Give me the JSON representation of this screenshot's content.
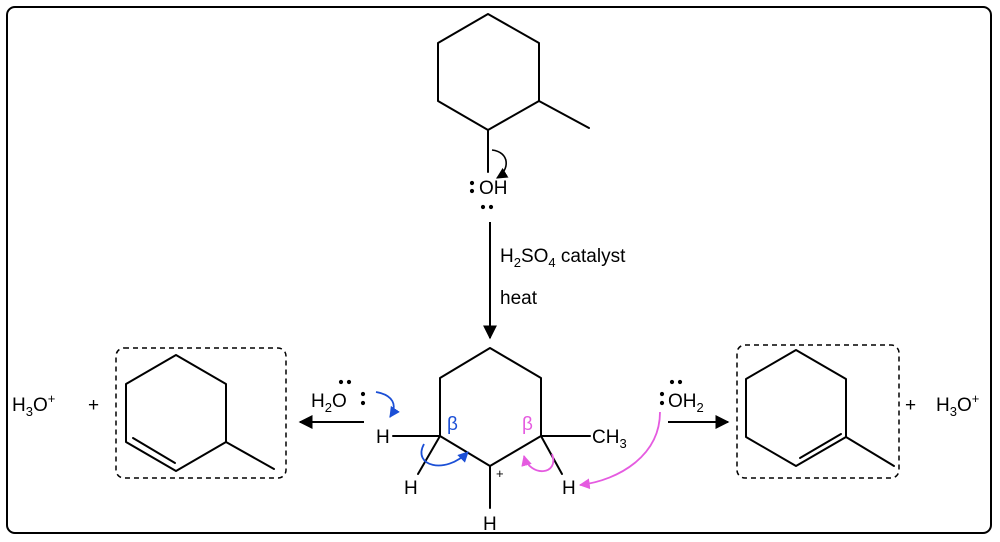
{
  "reagents": {
    "catalyst_formula": "H",
    "catalyst_sub1": "2",
    "catalyst_mid": "SO",
    "catalyst_sub2": "4",
    "catalyst_word": " catalyst",
    "condition": "heat"
  },
  "reactant": {
    "oh_label": "OH"
  },
  "intermediate": {
    "methyl": "CH",
    "methyl_sub": "3",
    "charge": "+",
    "h_left": "H",
    "h_bottom_left": "H",
    "h_bottom": "H",
    "h_right": "H",
    "beta_left": "β",
    "beta_right": "β"
  },
  "left_side": {
    "water_h": "H",
    "water_sub": "2",
    "water_o": "O",
    "hydronium_h": "H",
    "hydronium_sub": "3",
    "hydronium_o": "O",
    "hydronium_charge": "+",
    "plus": "+"
  },
  "right_side": {
    "water_o": "OH",
    "water_sub": "2",
    "hydronium_h": "H",
    "hydronium_sub": "3",
    "hydronium_o": "O",
    "hydronium_charge": "+",
    "plus": "+"
  },
  "colors": {
    "blue": "#1b4fd6",
    "magenta": "#e55be0",
    "black": "#000000"
  }
}
